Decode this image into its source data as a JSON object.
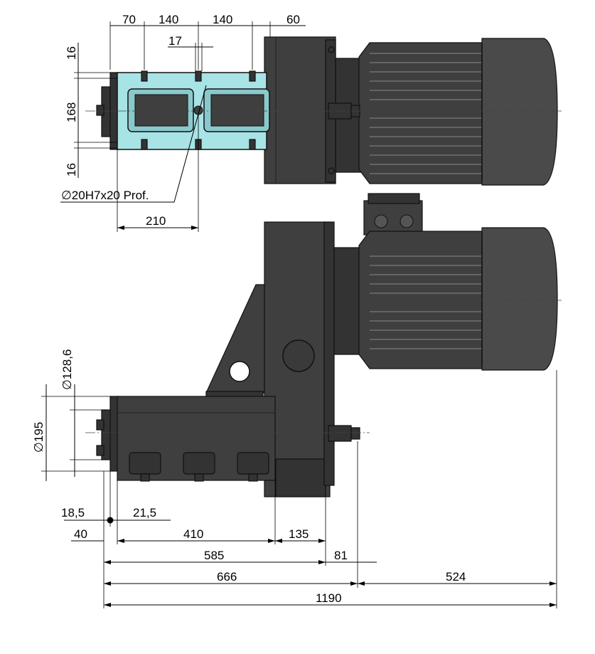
{
  "dimensions": {
    "top": {
      "d70": "70",
      "d140a": "140",
      "d140b": "140",
      "d60": "60",
      "d17": "17",
      "d16a": "16",
      "d168": "168",
      "d16b": "16",
      "bore": "∅20H7x20 Prof.",
      "d210": "210"
    },
    "side": {
      "dia128": "∅128,6",
      "dia195": "∅195",
      "d18_5": "18,5",
      "d21_5": "21,5",
      "d40": "40",
      "d410": "410",
      "d135": "135",
      "d585": "585",
      "d81": "81",
      "d666": "666",
      "d524": "524",
      "d1190": "1190"
    }
  },
  "colors": {
    "body_dark": "#3f3f3f",
    "pump_cyan": "#a8e3e6",
    "line": "#000000"
  }
}
